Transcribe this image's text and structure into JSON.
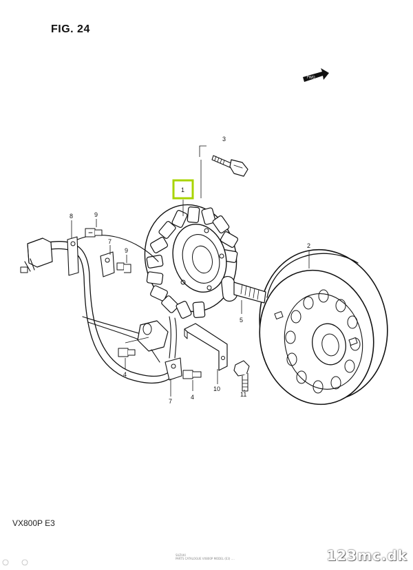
{
  "figure_title": "FIG. 24",
  "model_label": "VX800P  E3",
  "fwd_label": "FWD",
  "watermark": "123mc.dk",
  "fine_print": [
    "SUZUKI",
    "PARTS CATALOGUE  VX800P  MODEL (E3) ...."
  ],
  "highlight_color": "#a8d400",
  "callouts": [
    {
      "id": "1",
      "text": "1"
    },
    {
      "id": "2",
      "text": "2"
    },
    {
      "id": "3",
      "text": "3"
    },
    {
      "id": "4a",
      "text": "4"
    },
    {
      "id": "4b",
      "text": "4"
    },
    {
      "id": "5",
      "text": "5"
    },
    {
      "id": "7a",
      "text": "7"
    },
    {
      "id": "7b",
      "text": "7"
    },
    {
      "id": "8",
      "text": "8"
    },
    {
      "id": "9a",
      "text": "9"
    },
    {
      "id": "9b",
      "text": "9"
    },
    {
      "id": "10",
      "text": "10"
    },
    {
      "id": "11",
      "text": "11"
    }
  ]
}
